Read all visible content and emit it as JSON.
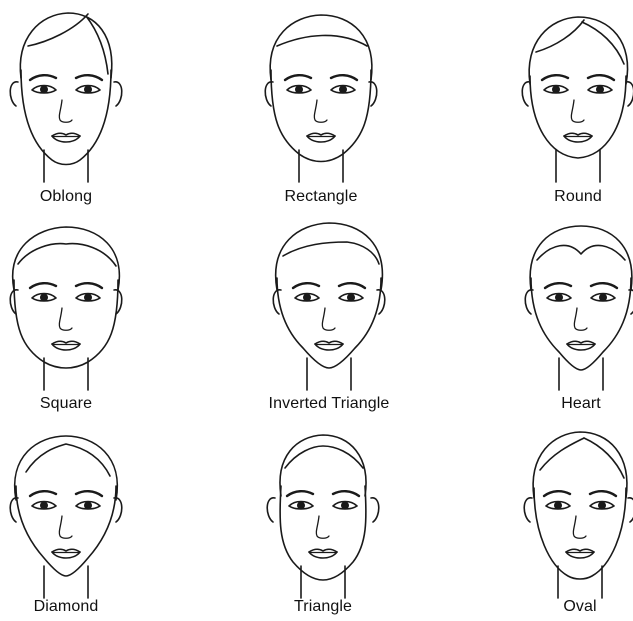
{
  "faces": [
    {
      "label": "Oblong"
    },
    {
      "label": "Rectangle"
    },
    {
      "label": "Round"
    },
    {
      "label": "Square"
    },
    {
      "label": "Inverted Triangle"
    },
    {
      "label": "Heart"
    },
    {
      "label": "Diamond"
    },
    {
      "label": "Triangle"
    },
    {
      "label": "Oval"
    }
  ],
  "colors": {
    "line": "#1a1a1a",
    "background": "#ffffff"
  }
}
